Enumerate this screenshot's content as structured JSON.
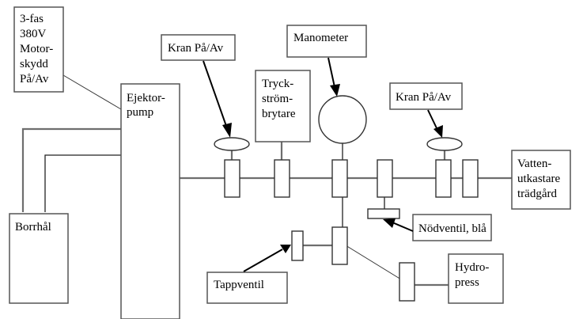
{
  "diagram": {
    "title": "",
    "components": {
      "motor": {
        "lines": [
          "3-fas",
          "380V",
          "Motor-",
          "skydd",
          "På/Av"
        ]
      },
      "pump": {
        "lines": [
          "Ejektor-",
          "pump"
        ]
      },
      "borehole": {
        "lines": [
          "Borrhål"
        ]
      },
      "tap1": {
        "lines": [
          "Kran På/Av"
        ]
      },
      "pressure_switch": {
        "lines": [
          "Tryck-",
          "ström-",
          "brytare"
        ]
      },
      "manometer": {
        "lines": [
          "Manometer"
        ]
      },
      "tap2": {
        "lines": [
          "Kran På/Av"
        ]
      },
      "outlet": {
        "lines": [
          "Vatten-",
          "utkastare",
          "trädgård"
        ]
      },
      "emergency_valve": {
        "lines": [
          "Nödventil, blå"
        ]
      },
      "drain_valve": {
        "lines": [
          "Tappventil"
        ]
      },
      "hydropress": {
        "lines": [
          "Hydro-",
          "press"
        ]
      }
    }
  }
}
